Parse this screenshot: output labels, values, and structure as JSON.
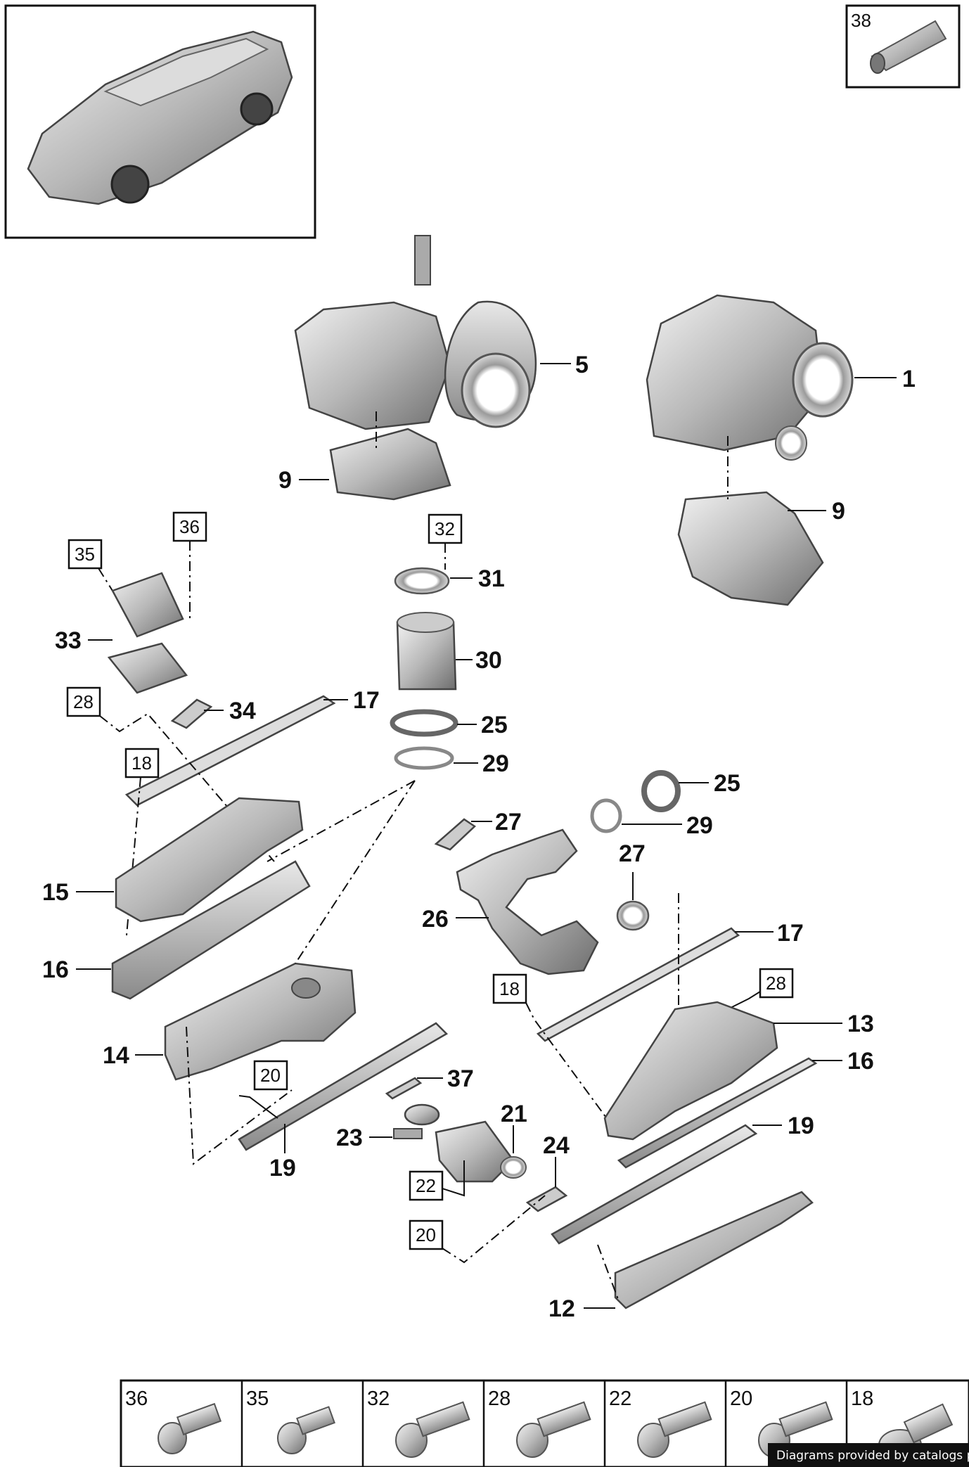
{
  "diagram": {
    "callouts": {
      "c1": "1",
      "c5": "5",
      "c9a": "9",
      "c9b": "9",
      "c31": "31",
      "c30": "30",
      "c25a": "25",
      "c29a": "29",
      "c33": "33",
      "c34": "34",
      "c17a": "17",
      "c15": "15",
      "c16a": "16",
      "c27a": "27",
      "c25b": "25",
      "c29b": "29",
      "c27b": "27",
      "c26": "26",
      "c17b": "17",
      "c13": "13",
      "c16b": "16",
      "c14": "14",
      "c37": "37",
      "c21": "21",
      "c23": "23",
      "c24": "24",
      "c19a": "19",
      "c19b": "19",
      "c12": "12"
    },
    "boxed_refs": {
      "b38": "38",
      "b36": "36",
      "b35": "35",
      "b32": "32",
      "b28a": "28",
      "b18a": "18",
      "b18b": "18",
      "b28b": "28",
      "b20a": "20",
      "b22": "22",
      "b20b": "20"
    },
    "fasteners": [
      {
        "number": "36"
      },
      {
        "number": "35"
      },
      {
        "number": "32"
      },
      {
        "number": "28"
      },
      {
        "number": "22"
      },
      {
        "number": "20"
      },
      {
        "number": "18"
      }
    ],
    "credit": "Diagrams provided by catalogs parts"
  }
}
